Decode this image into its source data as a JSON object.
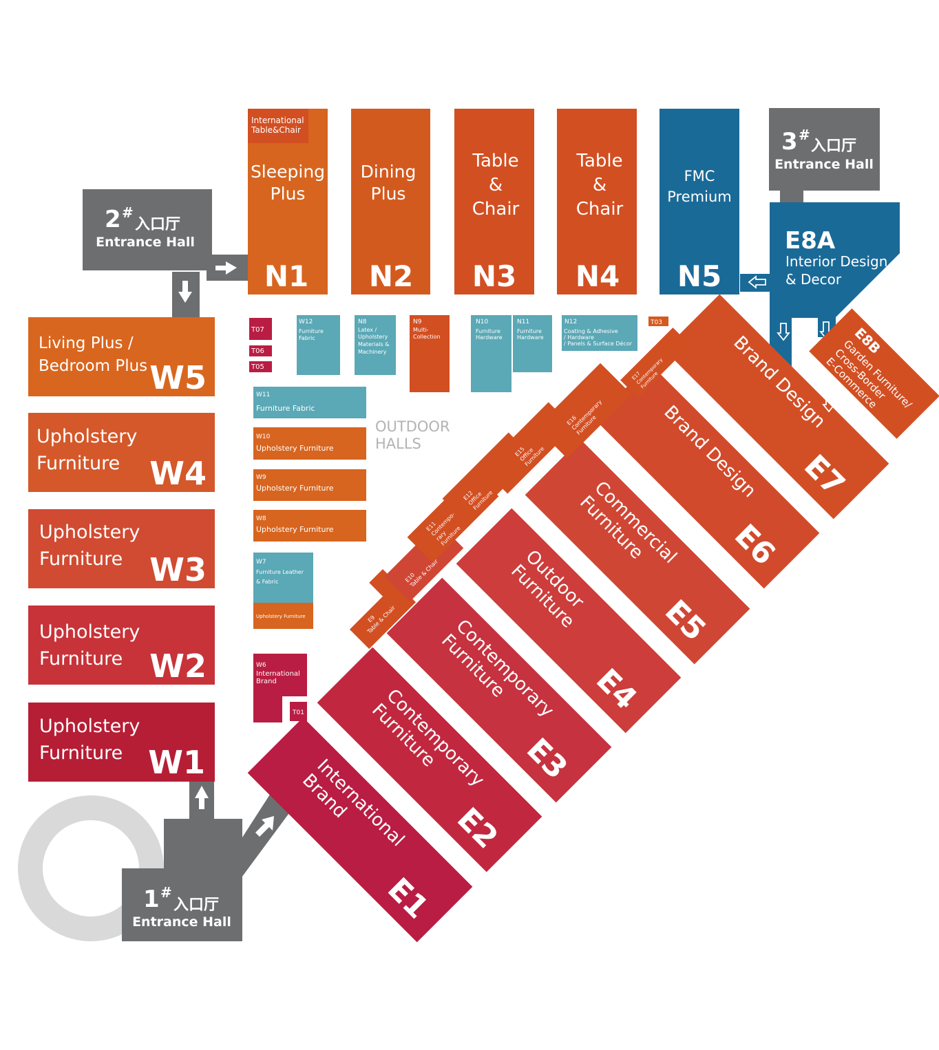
{
  "colors": {
    "gray": "#6d6e70",
    "lightgray": "#d9d9d9",
    "orange1": "#d7651f",
    "orange2": "#d35a1e",
    "orange3": "#d24f22",
    "blue": "#1a6a98",
    "teal": "#5ba8b6",
    "red_e": "#d2492b",
    "crimson1": "#b41e38",
    "crimson2": "#c6323f",
    "crimson3": "#cc3d3b",
    "w5": "#d9661f",
    "w4": "#d4582a",
    "w3": "#d04b32",
    "w2": "#c73339",
    "w1": "#b61e36",
    "magenta": "#b91d43",
    "white": "#ffffff"
  },
  "entrances": {
    "e1": {
      "num": "1",
      "sup": "#",
      "cn": "入口厅",
      "en": "Entrance Hall"
    },
    "e2": {
      "num": "2",
      "sup": "#",
      "cn": "入口厅",
      "en": "Entrance Hall"
    },
    "e3": {
      "num": "3",
      "sup": "#",
      "cn": "入口厅",
      "en": "Entrance Hall"
    }
  },
  "north": {
    "n1": {
      "code": "N1",
      "l1": "Sleeping",
      "l2": "Plus",
      "tag1": "International",
      "tag2": "Table&Chair"
    },
    "n2": {
      "code": "N2",
      "l1": "Dining",
      "l2": "Plus"
    },
    "n3": {
      "code": "N3",
      "l1": "Table",
      "l2": "&",
      "l3": "Chair"
    },
    "n4": {
      "code": "N4",
      "l1": "Table",
      "l2": "&",
      "l3": "Chair"
    },
    "n5": {
      "code": "N5",
      "l1": "FMC",
      "l2": "Premium"
    },
    "e8a": {
      "code": "E8A",
      "l1": "Interior Design",
      "l2": "& Decor"
    }
  },
  "west": {
    "w5": {
      "code": "W5",
      "l1": "Living Plus /",
      "l2": "Bedroom Plus"
    },
    "w4": {
      "code": "W4",
      "l1": "Upholstery",
      "l2": "Furniture"
    },
    "w3": {
      "code": "W3",
      "l1": "Upholstery",
      "l2": "Furniture"
    },
    "w2": {
      "code": "W2",
      "l1": "Upholstery",
      "l2": "Furniture"
    },
    "w1": {
      "code": "W1",
      "l1": "Upholstery",
      "l2": "Furniture"
    }
  },
  "outdoor": {
    "label1": "OUTDOOR",
    "label2": "HALLS",
    "t07": "T07",
    "t06": "T06",
    "t05": "T05",
    "t03": "T03",
    "t01": "T01",
    "w12": {
      "code": "W12",
      "l1": "Furniture",
      "l2": "Fabric"
    },
    "n8": {
      "code": "N8",
      "l1": "Latex /",
      "l2": "Upholstery",
      "l3": "Materials &",
      "l4": "Machinery"
    },
    "n9": {
      "code": "N9",
      "l1": "Multi-",
      "l2": "Collection"
    },
    "n10": {
      "code": "N10",
      "l1": "Furniture",
      "l2": "Hardware"
    },
    "n11": {
      "code": "N11",
      "l1": "Furniture",
      "l2": "Hardware"
    },
    "n12": {
      "code": "N12",
      "l1": "Coating & Adhesive",
      "l2": "/ Hardware",
      "l3": "/ Panels & Surface Décor"
    },
    "w11": {
      "code": "W11",
      "l1": "Furniture  Fabric"
    },
    "w10": {
      "code": "W10",
      "l1": "Upholstery Furniture"
    },
    "w9": {
      "code": "W9",
      "l1": "Upholstery Furniture"
    },
    "w8": {
      "code": "W8",
      "l1": "Upholstery Furniture"
    },
    "w7": {
      "code": "W7",
      "l1": "Furniture Leather",
      "l2": "& Fabric",
      "l3": "Upholstery Furniture"
    },
    "w6": {
      "code": "W6",
      "l1": "International",
      "l2": "Brand"
    }
  },
  "east": {
    "e1": {
      "code": "E1",
      "l1": "International",
      "l2": "Brand"
    },
    "e2": {
      "code": "E2",
      "l1": "Contemporary",
      "l2": "Furniture"
    },
    "e3": {
      "code": "E3",
      "l1": "Contemporary",
      "l2": "Furniture"
    },
    "e4": {
      "code": "E4",
      "l1": "Outdoor",
      "l2": "Furniture"
    },
    "e5": {
      "code": "E5",
      "l1": "Commercial",
      "l2": "Furniture"
    },
    "e6": {
      "code": "E6",
      "l1": "Brand Design"
    },
    "e7": {
      "code": "E7",
      "l1": "Brand Design"
    },
    "e8b": {
      "code": "E8B",
      "l1": "Garden Furniture/",
      "l2": "Cross-Border",
      "l3": "E-Commerce"
    },
    "e9": {
      "code": "E9",
      "l1": "Table & Chair"
    },
    "e10": {
      "code": "E10",
      "l1": "Table & Chair"
    },
    "e11": {
      "code": "E11",
      "l1": "Contempo-",
      "l2": "rary",
      "l3": "Furniture"
    },
    "e12": {
      "code": "E12",
      "l1": "Office",
      "l2": "Furniture"
    },
    "e15": {
      "code": "E15",
      "l1": "Office",
      "l2": "Furniture"
    },
    "e16": {
      "code": "E16",
      "l1": "Contemporary",
      "l2": "Furniture"
    },
    "e17": {
      "code": "E17",
      "l1": "Contemporary",
      "l2": "Furniture"
    }
  }
}
